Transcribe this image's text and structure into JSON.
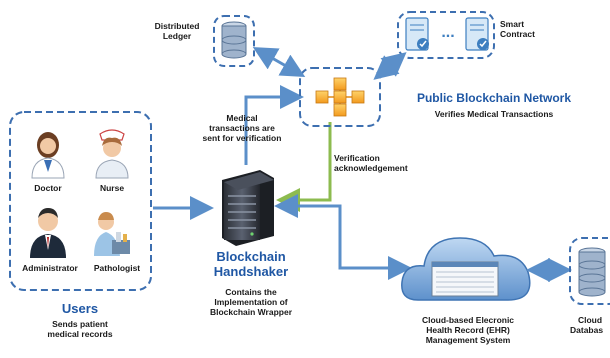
{
  "blockchain_network": {
    "title": "Public Blockchain Network",
    "subtitle": "Verifies Medical Transactions",
    "ledger_label": "Distributed Ledger",
    "contract_label": "Smart Contract",
    "contract_ellipsis": "..."
  },
  "handshaker": {
    "title_line1": "Blockchain",
    "title_line2": "Handshaker",
    "desc_line1": "Contains the",
    "desc_line2": "Implementation of",
    "desc_line3": "Blockchain Wrapper"
  },
  "users": {
    "title": "Users",
    "desc_line1": "Sends patient",
    "desc_line2": "medical records",
    "roles": [
      "Doctor",
      "Nurse",
      "Administrator",
      "Pathologist"
    ]
  },
  "arrows": {
    "to_network_line1": "Medical",
    "to_network_line2": "transactions are",
    "to_network_line3": "sent for verification",
    "ack_line1": "Verification",
    "ack_line2": "acknowledgement"
  },
  "ehr": {
    "line1": "Cloud-based Elecronic",
    "line2": "Health Record (EHR)",
    "line3": "Management System"
  },
  "cloud_db": {
    "line1": "Cloud",
    "line2": "Databas"
  },
  "colors": {
    "arrow_blue": "#5b8fc9",
    "ack_green": "#8dbb4f",
    "dash_blue": "#3d6fb0",
    "db_blue": "#9fb3cc"
  }
}
